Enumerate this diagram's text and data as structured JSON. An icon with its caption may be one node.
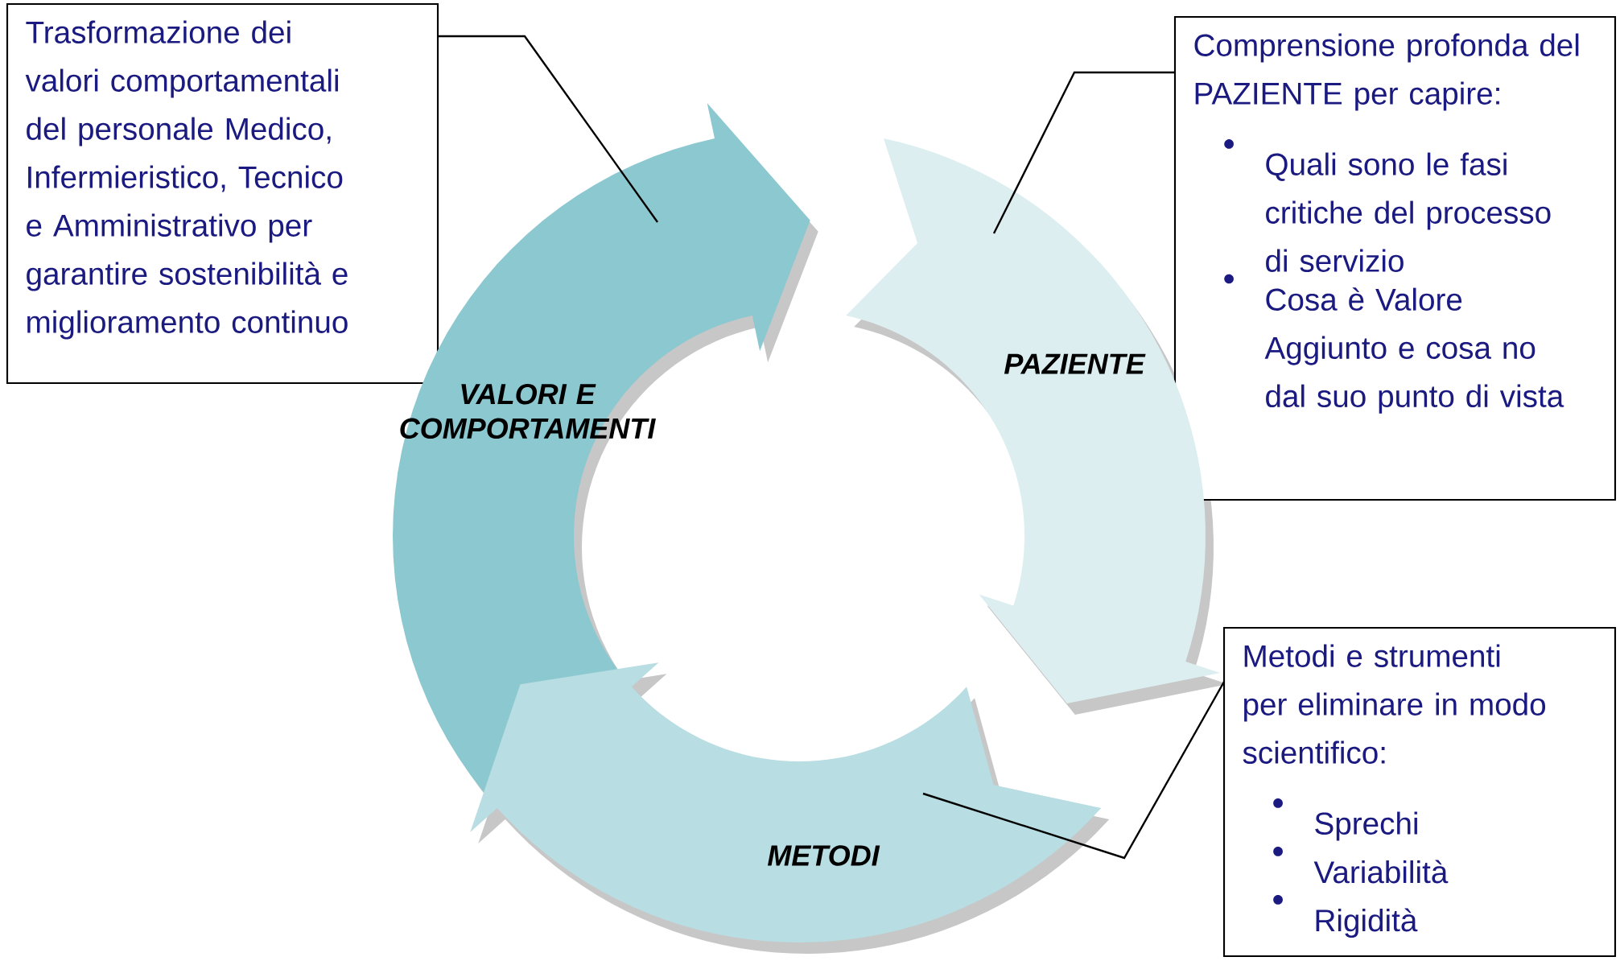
{
  "diagram": {
    "nodes": [
      {
        "text": [
          "Trasformazione dei valori comportamentali del personale Medico, Infermieristico, Tecnico e Amministrativo per garantire sostenibilità e miglioramento continuo"
        ]
      },
      {
        "text": [
          "VALORI E COMPORTAMENTI"
        ]
      },
      {
        "text": [
          "Comprensione profonda del PAZIENTE  per capire:",
          "Quali sono le fasi critiche del processo di servizio",
          "Cosa è Valore Aggiunto e cosa no dal suo punto di vista"
        ]
      },
      {
        "text": [
          "PAZIENTE"
        ]
      },
      {
        "text": [
          "METODI"
        ]
      },
      {
        "text": [
          "Metodi e strumenti per eliminare in modo scientifico:",
          "Sprechi",
          "Variabilità",
          "Rigidità"
        ]
      }
    ],
    "edges": [
      {
        "from": 0,
        "to": 1,
        "arrow": "none"
      },
      {
        "from": 2,
        "to": 3,
        "arrow": "none"
      },
      {
        "from": 5,
        "to": 4,
        "arrow": "none"
      }
    ]
  }
}
